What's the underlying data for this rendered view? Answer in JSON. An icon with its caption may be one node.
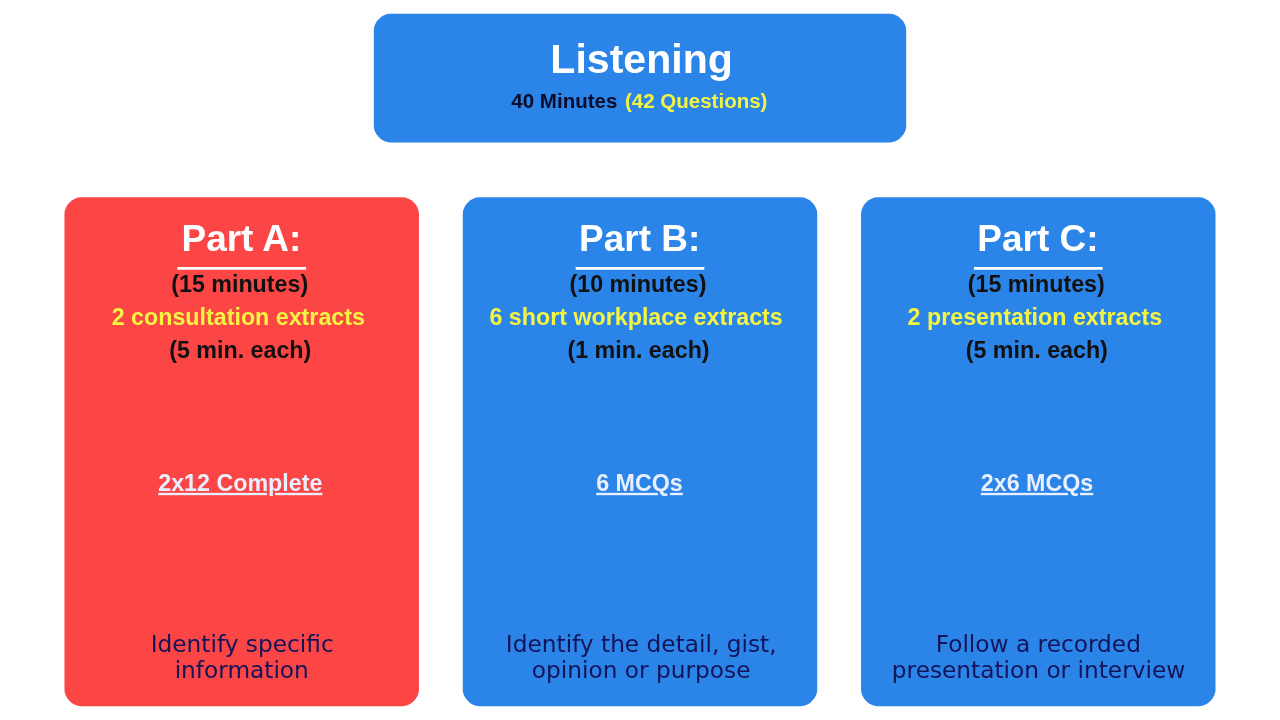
{
  "diagram": {
    "nodes": [
      {
        "text": [
          "Listening",
          "40 Minutes",
          "(42 Questions)"
        ]
      },
      {
        "text": [
          "Part A:",
          "(15 minutes)",
          "2 consultation extracts",
          "(5 min. each)",
          "2x12 Complete",
          "Identify specific information"
        ]
      },
      {
        "text": [
          "Part B:",
          "(10 minutes)",
          "6 short workplace extracts",
          "(1 min. each)",
          "6 MCQs",
          "Identify the detail, gist, opinion or purpose"
        ]
      },
      {
        "text": [
          "Part C:",
          "(15 minutes)",
          "2 presentation extracts",
          "(5 min. each)",
          "2x6 MCQs",
          "Follow a recorded presentation or interview"
        ]
      }
    ]
  }
}
